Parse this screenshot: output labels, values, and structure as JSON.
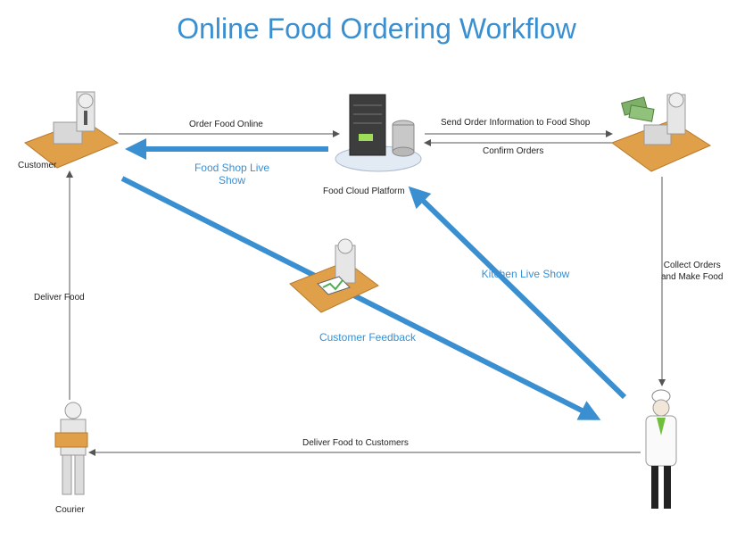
{
  "title": "Online Food Ordering Workflow",
  "nodes": {
    "customer": "Customer",
    "platform": "Food Cloud Platform",
    "courier": "Courier"
  },
  "edges": {
    "order_online": "Order Food Online",
    "shop_live": "Food Shop Live\nShow",
    "send_info": "Send Order Information to Food Shop",
    "confirm": "Confirm Orders",
    "collect": "Collect Orders\nand Make Food",
    "kitchen_live": "Kitchen Live Show",
    "feedback": "Customer Feedback",
    "deliver_customers": "Deliver Food to Customers",
    "deliver_food": "Deliver Food"
  },
  "colors": {
    "accent": "#3a8fd1",
    "connector": "#555555"
  }
}
